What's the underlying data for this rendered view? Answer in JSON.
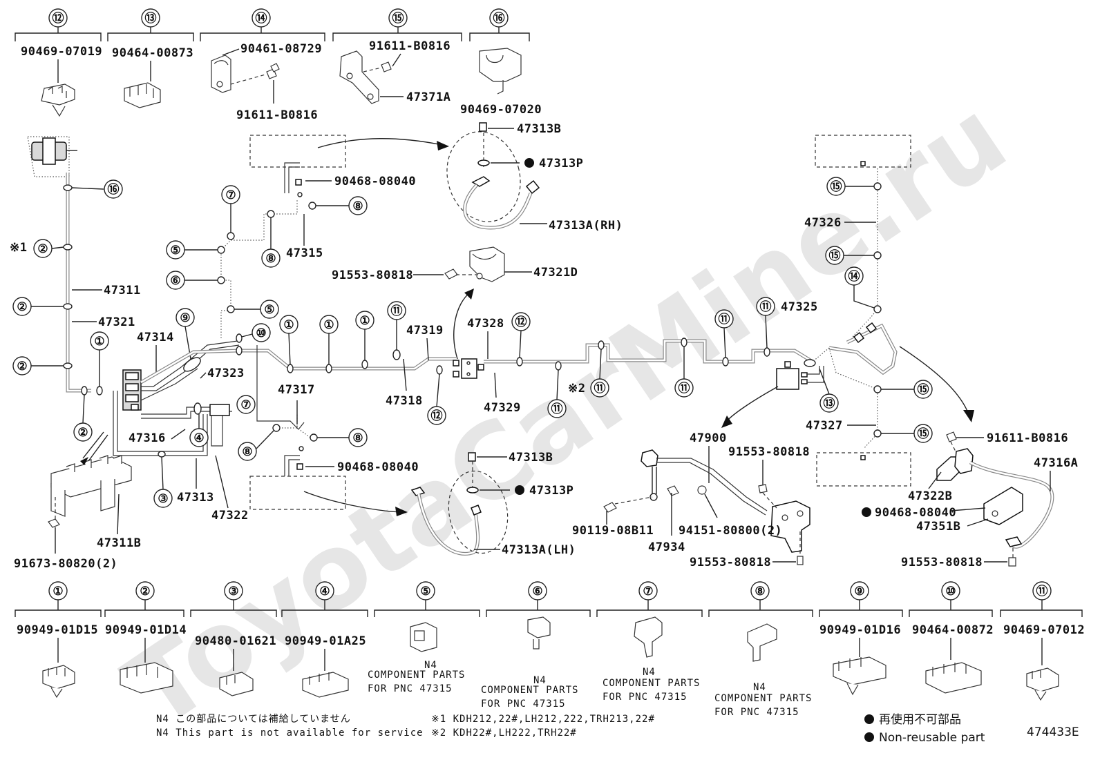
{
  "diagram_id": "474433E",
  "watermark": "ToyotaCarMine.ru",
  "top_headers": [
    {
      "num": "⑫",
      "part": "90469-07019"
    },
    {
      "num": "⑬",
      "part": "90464-00873"
    },
    {
      "num": "⑭",
      "part": "90461-08729",
      "part2": "91611-B0816"
    },
    {
      "num": "⑮",
      "part": "91611-B0816",
      "part2": "47371A"
    },
    {
      "num": "⑯",
      "part": "90469-07020"
    }
  ],
  "bottom_headers": [
    {
      "num": "①",
      "part": "90949-01D15"
    },
    {
      "num": "②",
      "part": "90949-01D14"
    },
    {
      "num": "③",
      "part": "90480-01621"
    },
    {
      "num": "④",
      "part": "90949-01A25"
    },
    {
      "num": "⑤",
      "part": "N4",
      "line2": "COMPONENT PARTS",
      "line3": "FOR PNC 47315"
    },
    {
      "num": "⑥",
      "part": "N4",
      "line2": "COMPONENT PARTS",
      "line3": "FOR PNC 47315"
    },
    {
      "num": "⑦",
      "part": "N4",
      "line2": "COMPONENT PARTS",
      "line3": "FOR PNC 47315"
    },
    {
      "num": "⑧",
      "part": "N4",
      "line2": "COMPONENT PARTS",
      "line3": "FOR PNC 47315"
    },
    {
      "num": "⑨",
      "part": "90949-01D16"
    },
    {
      "num": "⑩",
      "part": "90464-00872"
    },
    {
      "num": "⑪",
      "part": "90469-07012"
    }
  ],
  "labels": {
    "p47311": "47311",
    "p47321": "47321",
    "p47314": "47314",
    "p47323": "47323",
    "p47316": "47316",
    "p47313": "47313",
    "p47322": "47322",
    "p47311B": "47311B",
    "p91673": "91673-80820(2)",
    "p47315": "47315",
    "p90468a": "90468-08040",
    "p47313B_top": "47313B",
    "p47313P_top": "47313P",
    "p47313A_RH": "47313A(RH)",
    "p91553_top": "91553-80818",
    "p47321D": "47321D",
    "p47319": "47319",
    "p47328": "47328",
    "p47318": "47318",
    "p47329": "47329",
    "p47317": "47317",
    "p90468b": "90468-08040",
    "p47313B_bot": "47313B",
    "p47313P_bot": "47313P",
    "p47313A_LH": "47313A(LH)",
    "p47325": "47325",
    "p47326": "47326",
    "p47327": "47327",
    "p47900": "47900",
    "p91553_mid": "91553-80818",
    "p90119": "90119-08B11",
    "p47934": "47934",
    "p94151": "94151-80800(2)",
    "p91553_bot1": "91553-80818",
    "p91611_right": "91611-B0816",
    "p47316A": "47316A",
    "p47322B": "47322B",
    "p90468c": "90468-08040",
    "p47351B": "47351B",
    "p91553_bot2": "91553-80818",
    "x1": "※1",
    "x2": "※2"
  },
  "notes": {
    "n4_jp": "N4 この部品については補給していません",
    "n4_en": "N4 This part is not available for service",
    "x1_note": "※1 KDH212,22#,LH212,222,TRH213,22#",
    "x2_note": "※2 KDH22#,LH222,TRH22#",
    "legend_jp": "再使用不可部品",
    "legend_en": "Non-reusable part"
  }
}
